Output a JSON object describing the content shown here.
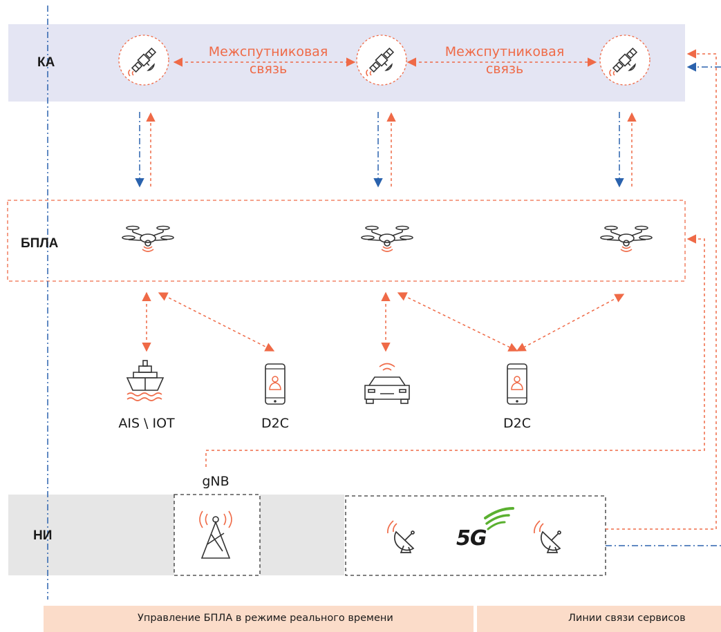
{
  "layers": {
    "ka": "КА",
    "bpla": "БПЛА",
    "ni": "НИ"
  },
  "links": {
    "intersat_1": [
      "Межспутниковая",
      "связь"
    ],
    "intersat_2": [
      "Межспутниковая",
      "связь"
    ]
  },
  "endpoints": {
    "ship": "AIS \\ IOT",
    "phone_1": "D2C",
    "phone_2": "D2C",
    "gnb": "gNB",
    "fiveg": "5G"
  },
  "legend": {
    "control": "Управление БПЛА в режиме реального времени",
    "service": "Линии связи сервисов"
  },
  "colors": {
    "orange": "#ef6a47",
    "blue": "#2a62ad",
    "ka_band": "#e4e5f3",
    "ni_band": "#e6e6e6",
    "legend_bg": "#fbdcc9",
    "fiveg_green": "#5ab030"
  }
}
